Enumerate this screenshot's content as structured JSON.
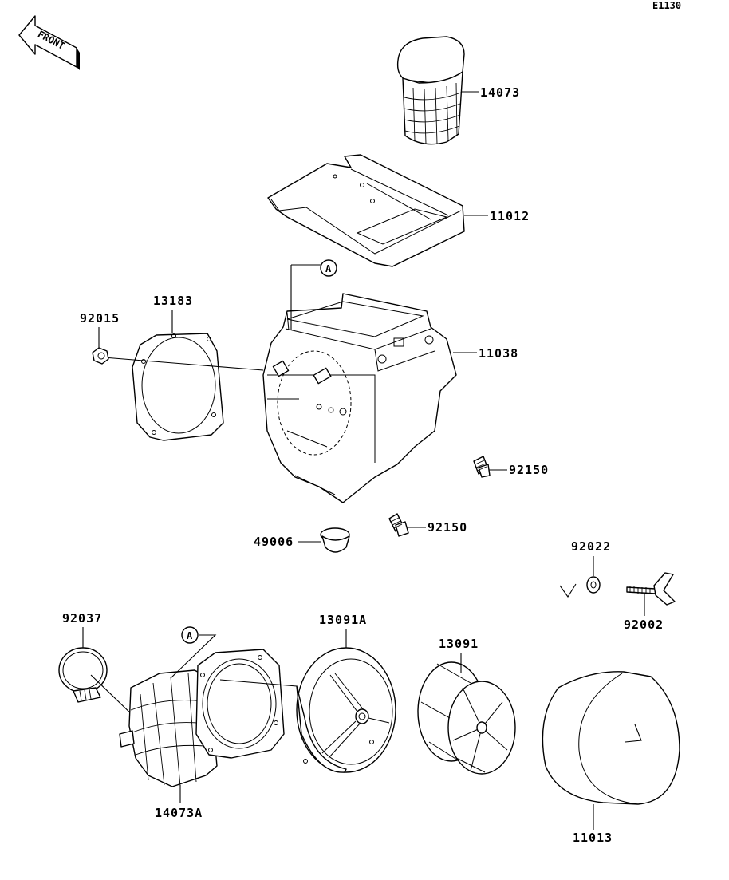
{
  "diagram_code": "E1130",
  "front_label": "FRONT",
  "ref_marker": "A",
  "colors": {
    "line": "#000000",
    "background": "#ffffff"
  },
  "parts": {
    "p14073": "14073",
    "p11012": "11012",
    "p11038": "11038",
    "p13183": "13183",
    "p92015": "92015",
    "p92150a": "92150",
    "p92150b": "92150",
    "p49006": "49006",
    "p92022": "92022",
    "p92002": "92002",
    "p92037": "92037",
    "p13091A": "13091A",
    "p13091": "13091",
    "p14073A": "14073A",
    "p11013": "11013"
  }
}
